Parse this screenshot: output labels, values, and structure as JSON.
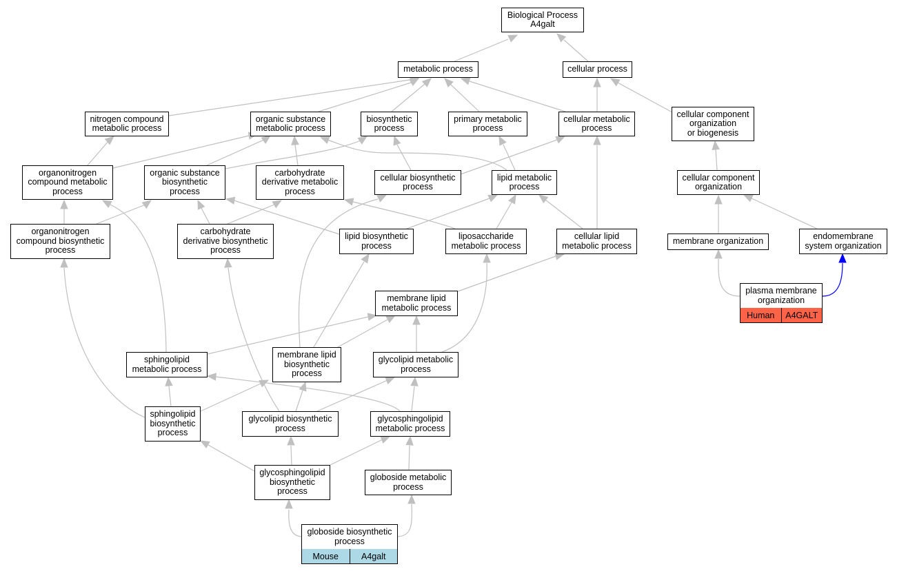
{
  "colors": {
    "edge": "#c0c0c0",
    "edge_highlight": "#0000ff",
    "human_tag": "#ff6347",
    "mouse_tag": "#add8e6"
  },
  "nodes": {
    "root": "Biological Process\nA4galt",
    "metabolic": "metabolic process",
    "cellular": "cellular process",
    "nitrogen": "nitrogen compound\nmetabolic process",
    "organic_sub": "organic substance\nmetabolic process",
    "biosynthetic": "biosynthetic\nprocess",
    "primary": "primary metabolic\nprocess",
    "cell_metab": "cellular metabolic\nprocess",
    "cc_org": "cellular component\norganization\nor biogenesis",
    "organonitro_metab": "organonitrogen\ncompound metabolic\nprocess",
    "org_sub_bio": "organic substance\nbiosynthetic\nprocess",
    "carb_deriv_metab": "carbohydrate\nderivative metabolic\nprocess",
    "cell_bio": "cellular biosynthetic\nprocess",
    "lipid_metab": "lipid metabolic\nprocess",
    "cc_org2": "cellular component\norganization",
    "organonitro_bio": "organonitrogen\ncompound biosynthetic\nprocess",
    "carb_deriv_bio": "carbohydrate\nderivative biosynthetic\nprocess",
    "lipid_bio": "lipid biosynthetic\nprocess",
    "liposacch": "liposaccharide\nmetabolic process",
    "cell_lipid": "cellular lipid\nmetabolic process",
    "membrane_org": "membrane organization",
    "endomembrane": "endomembrane\nsystem organization",
    "memb_lipid_metab": "membrane lipid\nmetabolic process",
    "plasma_membrane": "plasma membrane\norganization",
    "sphingo_metab": "sphingolipid\nmetabolic process",
    "memb_lipid_bio": "membrane lipid\nbiosynthetic\nprocess",
    "glycolipid_metab": "glycolipid metabolic\nprocess",
    "sphingo_bio": "sphingolipid\nbiosynthetic\nprocess",
    "glycolipid_bio": "glycolipid biosynthetic\nprocess",
    "glycosphingo_metab": "glycosphingolipid\nmetabolic process",
    "glycosphingo_bio": "glycosphingolipid\nbiosynthetic\nprocess",
    "globoside_metab": "globoside metabolic\nprocess",
    "globoside_bio": "globoside biosynthetic\nprocess"
  },
  "tags": {
    "plasma_membrane": [
      "Human",
      "A4GALT"
    ],
    "globoside_bio": [
      "Mouse",
      "A4galt"
    ]
  }
}
